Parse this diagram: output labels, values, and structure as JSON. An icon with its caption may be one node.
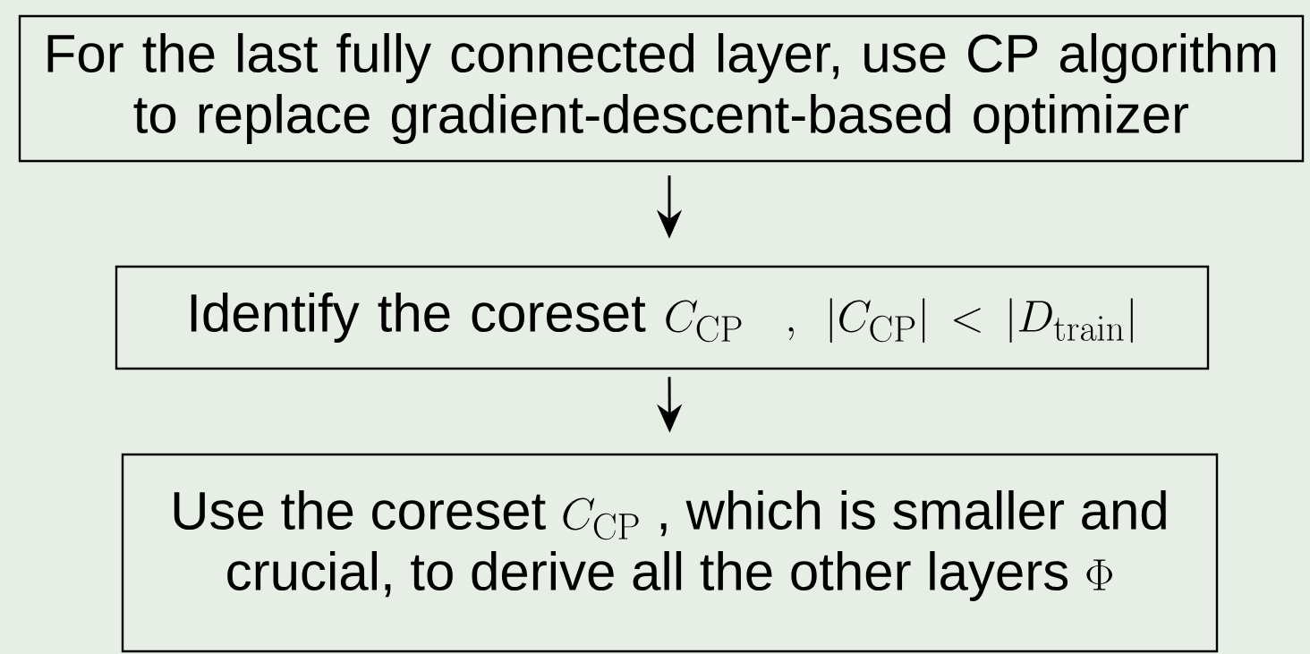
{
  "diagram": {
    "nodes": [
      {
        "text": [
          "For the last fully connected layer, use CP algorithm to replace gradient-descent-based optimizer"
        ]
      },
      {
        "text": [
          "Identify the coreset",
          "C_{\\mathrm{CP}}\\;\\;,\\;|C_{\\mathrm{CP}}| < |D_{\\mathrm{train}}|"
        ]
      },
      {
        "text": [
          "Use the coreset",
          "C_{\\mathrm{CP}}",
          ", which is smaller and crucial, to derive all the other layers",
          "\\Phi"
        ]
      }
    ],
    "edges": [
      {
        "from": 0,
        "to": 1,
        "arrow": "to"
      },
      {
        "from": 1,
        "to": 2,
        "arrow": "to"
      }
    ]
  }
}
